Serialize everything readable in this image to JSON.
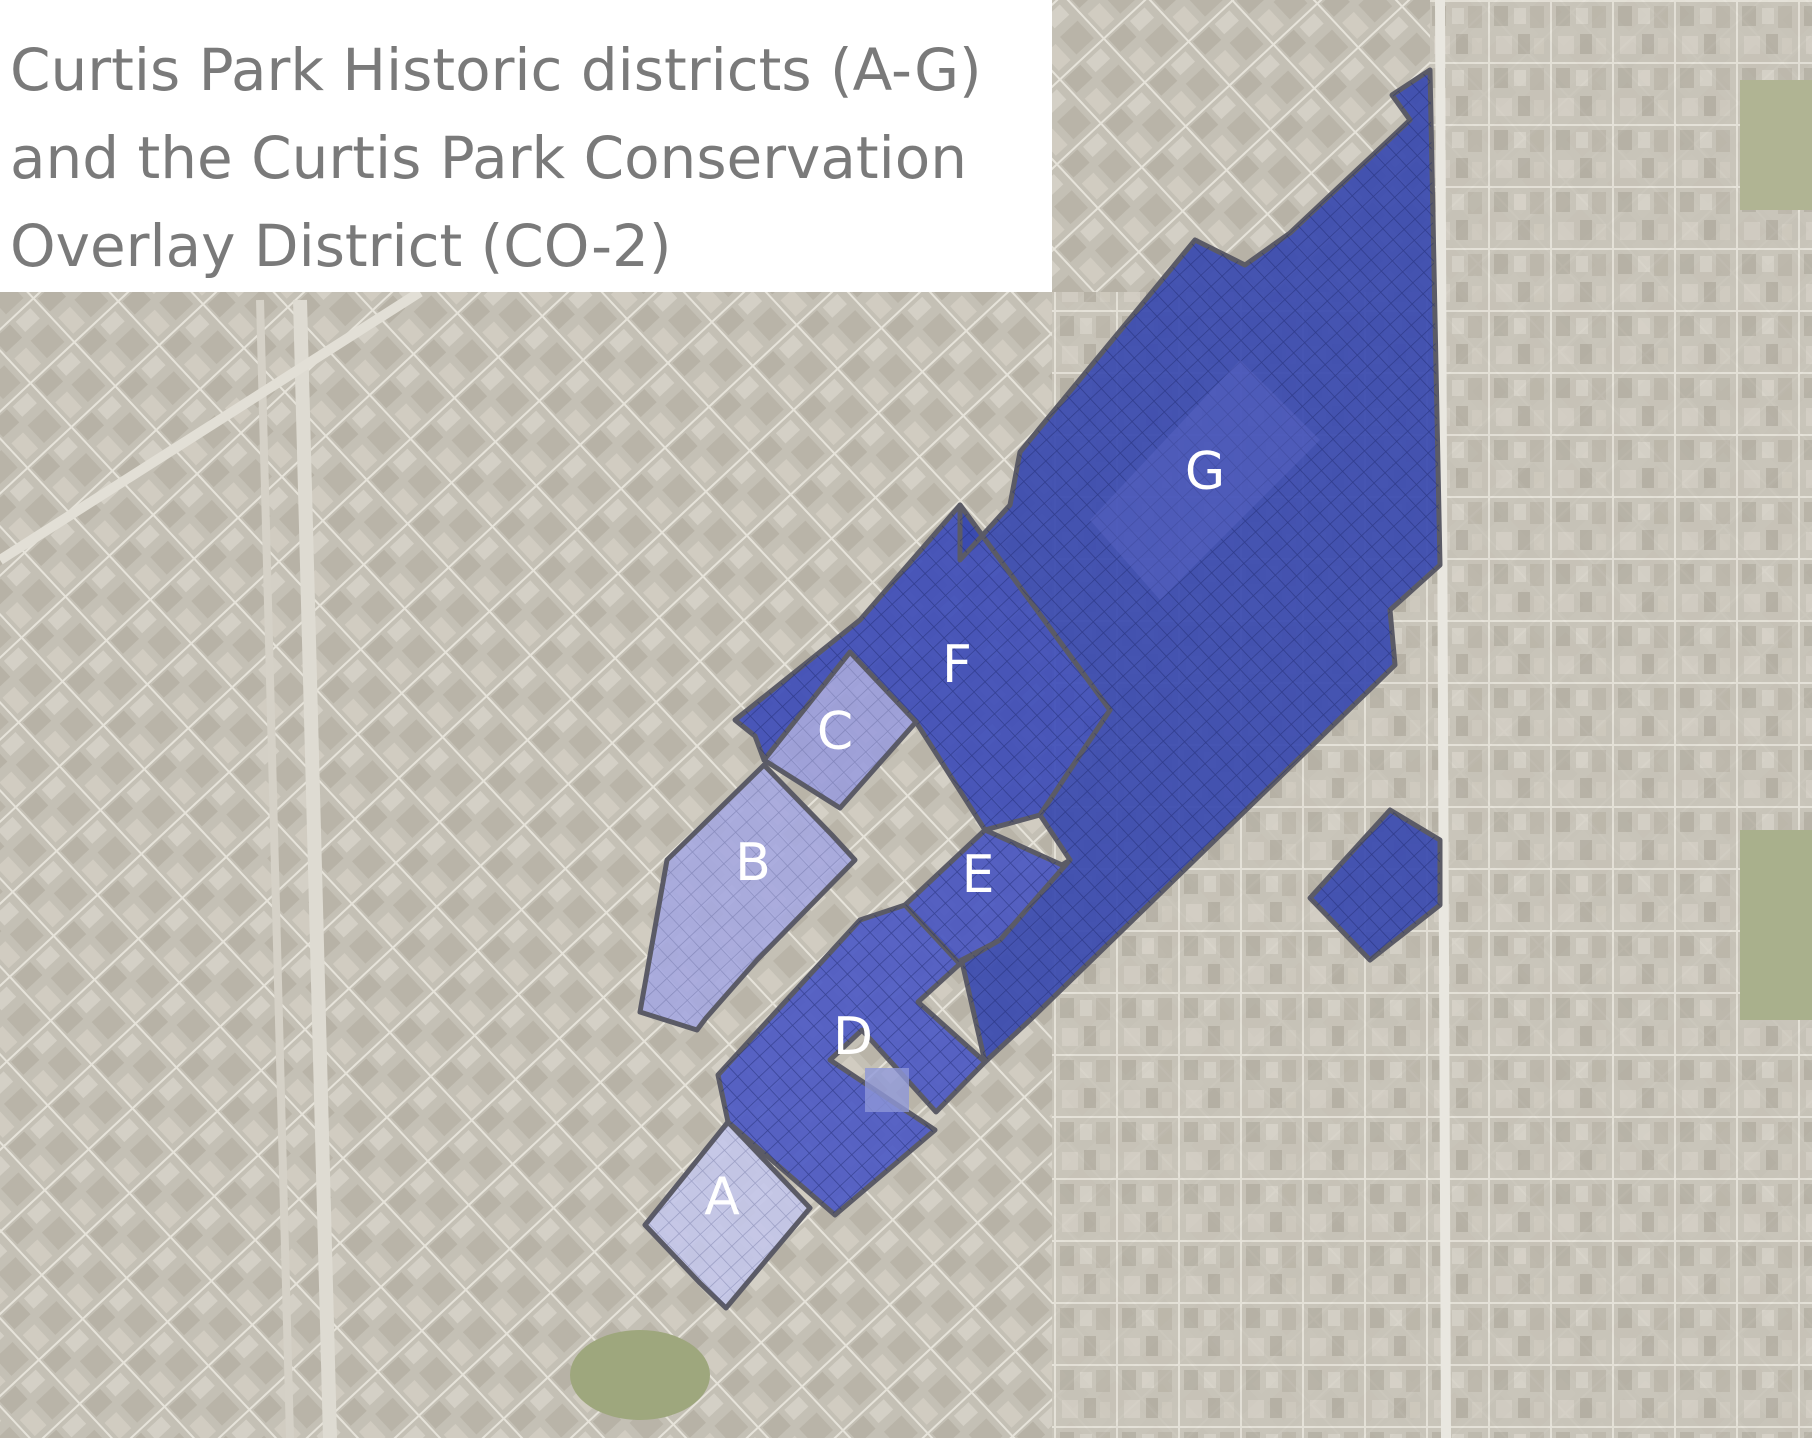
{
  "title": {
    "lines": [
      "Curtis Park Historic districts (A-G)",
      "and the Curtis Park Conservation",
      "Overlay District (CO-2)"
    ]
  },
  "districts": [
    {
      "id": "A",
      "label": "A",
      "fill": "#c4c6ea"
    },
    {
      "id": "B",
      "label": "B",
      "fill": "#a6a8e0"
    },
    {
      "id": "C",
      "label": "C",
      "fill": "#9b9ddc"
    },
    {
      "id": "D",
      "label": "D",
      "fill": "#4d5ac4"
    },
    {
      "id": "E",
      "label": "E",
      "fill": "#4a57c1"
    },
    {
      "id": "F",
      "label": "F",
      "fill": "#3e4db8"
    },
    {
      "id": "G",
      "label": "G",
      "fill": "#3a4aaf"
    }
  ],
  "colors": {
    "imagery_base": "#c9c6bd",
    "road": "#e8e6df",
    "district_outline": "#5b5b66",
    "hatch": "#1e2a6e",
    "label": "#ffffff",
    "title_text": "#7a7a7a"
  }
}
